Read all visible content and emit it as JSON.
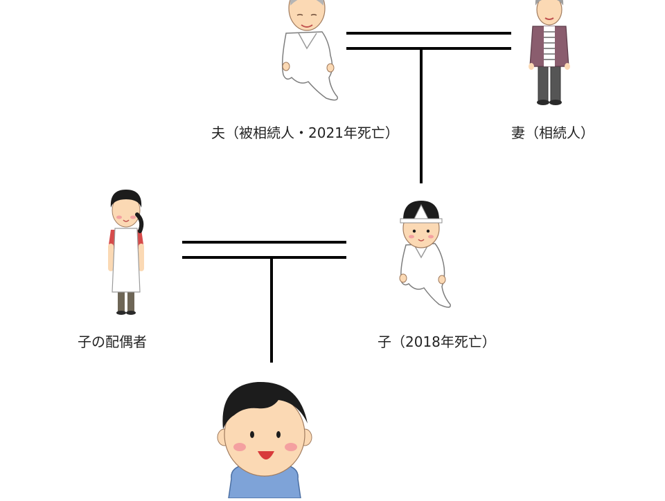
{
  "labels": {
    "husband": "夫（被相続人・2021年死亡）",
    "wife": "妻（相続人）",
    "child_spouse": "子の配偶者",
    "child": "子（2018年死亡）"
  },
  "icons": {
    "husband": "elderly-man-ghost-icon",
    "wife": "elderly-woman-icon",
    "child_spouse": "woman-apron-icon",
    "child": "ghost-man-icon",
    "grandchild": "boy-icon"
  },
  "colors": {
    "line": "#000000",
    "skin": "#fbd9b4",
    "hair_black": "#1c1c1c",
    "hair_gray": "#b5b5b5",
    "robe": "#ffffff",
    "shirt_blue": "#7ea3d8",
    "cardigan": "#8a5d6e",
    "apron_red": "#d64b4b"
  }
}
